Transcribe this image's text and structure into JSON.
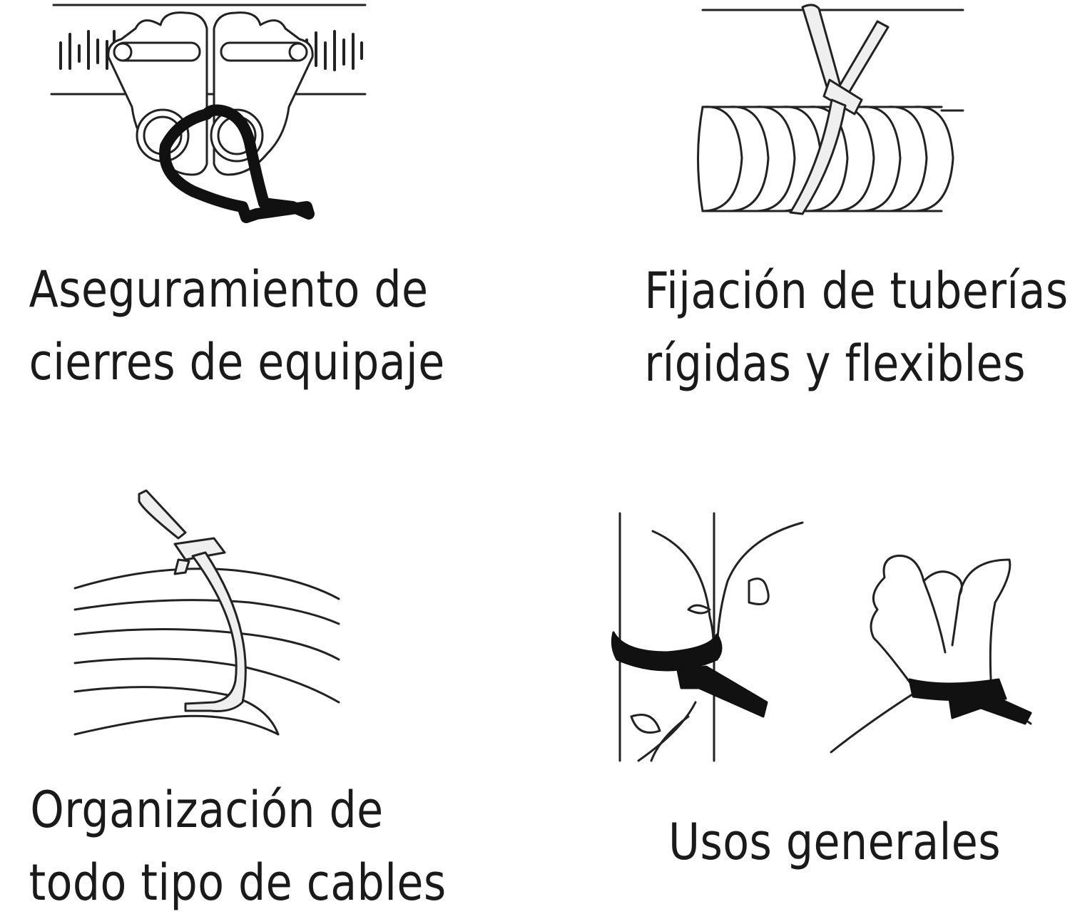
{
  "panels": [
    {
      "id": "luggage",
      "line1": "Aseguramiento de",
      "line2": "cierres de equipaje",
      "tie_color": "#111111"
    },
    {
      "id": "pipes",
      "line1": "Fijación de tuberías",
      "line2": "rígidas y flexibles",
      "tie_color": "#efefef"
    },
    {
      "id": "cables",
      "line1": "Organización de",
      "line2": "todo tipo de cables",
      "tie_color": "#efefef"
    },
    {
      "id": "general",
      "line1": "Usos generales",
      "line2": "",
      "tie_color": "#111111"
    }
  ],
  "icons": [
    "luggage-zipper-icon",
    "corrugated-pipe-icon",
    "cable-bundle-icon",
    "plant-and-bag-icon"
  ]
}
